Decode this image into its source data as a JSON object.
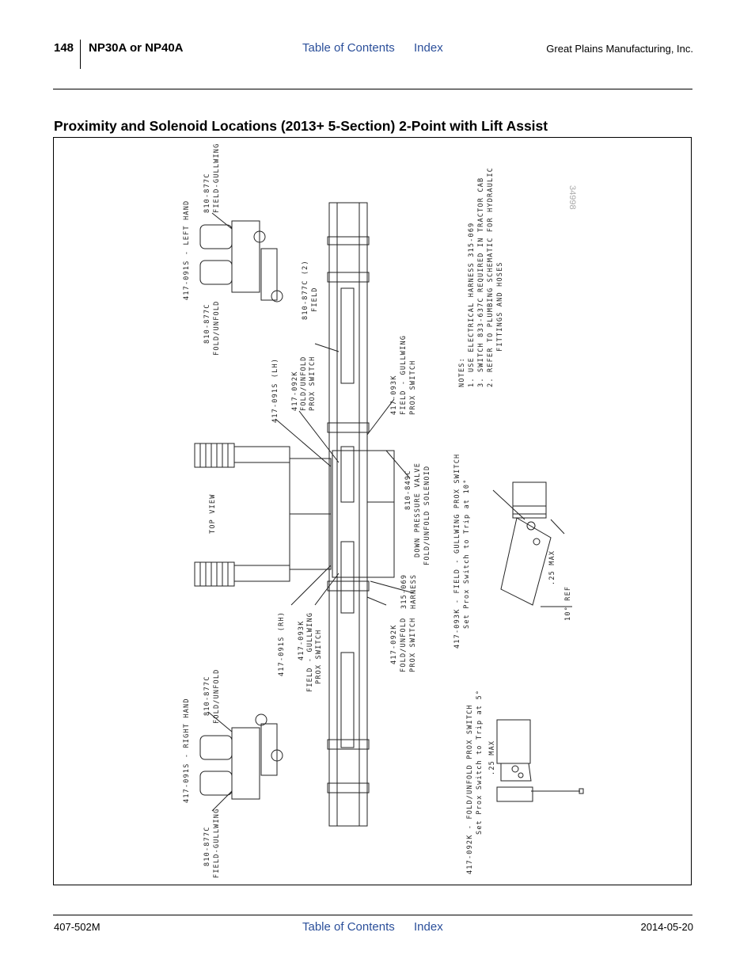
{
  "header": {
    "page_number": "148",
    "model": "NP30A or NP40A",
    "toc_link": "Table of Contents",
    "index_link": "Index",
    "company": "Great Plains Manufacturing, Inc."
  },
  "section_title": "Proximity and Solenoid Locations (2013+ 5-Section) 2-Point with Lift Assist",
  "drawing": {
    "drawing_number": "34998",
    "labels": {
      "lh_solenoid_block": "417-091S - LEFT HAND",
      "lh_field_gullwing": "810-877C",
      "lh_field_gullwing_desc": "FIELD-GULLWING",
      "lh_fold_unfold": "810-877C",
      "lh_fold_unfold_desc": "FOLD/UNFOLD",
      "field_2": "810-877C (2)",
      "field_2_desc": "FIELD",
      "prox_lh": "417-091S (LH)",
      "fold_prox_lh": "417-092K",
      "fold_prox_lh_desc1": "FOLD/UNFOLD",
      "fold_prox_lh_desc2": "PROX SWITCH",
      "gull_prox_top": "417-093K",
      "gull_prox_top_desc1": "FIELD - GULLWING",
      "gull_prox_top_desc2": "PROX SWITCH",
      "top_view": "TOP VIEW",
      "down_pressure": "810-849C",
      "down_pressure_desc1": "DOWN PRESSURE VALVE",
      "down_pressure_desc2": "FOLD/UNFOLD SOLENOID",
      "harness": "315-069",
      "harness_desc": "HARNESS",
      "prox_rh": "417-091S (RH)",
      "gull_prox_rh": "417-093K",
      "gull_prox_rh_desc1": "FIELD - GULLWING",
      "gull_prox_rh_desc2": "PROX SWITCH",
      "fold_prox_rh": "417-092K",
      "fold_prox_rh_desc1": "FOLD/UNFOLD",
      "fold_prox_rh_desc2": "PROX SWITCH",
      "rh_fold_unfold": "810-877C",
      "rh_fold_unfold_desc": "FOLD/UNFOLD",
      "rh_solenoid_block": "417-091S - RIGHT HAND",
      "rh_field_gullwing": "810-877C",
      "rh_field_gullwing_desc": "FIELD-GULLWING",
      "detail_gull_1": "417-093K - FIELD - GULLWING PROX SWITCH",
      "detail_gull_2": "Set Prox Switch to Trip at 10°",
      "detail_gull_max": ".25 MAX",
      "detail_gull_ref": "10° REF",
      "detail_fold_1": "417-092K - FOLD/UNFOLD PROX SWITCH",
      "detail_fold_2": "Set Prox Switch to Trip at 5°",
      "detail_fold_max": ".25 MAX",
      "notes_title": "NOTES:",
      "note_1": "1. USE ELECTRICAL HARNESS 315-069",
      "note_2": "2. REFER TO PLUMBING SCHEMATIC FOR HYDRAULIC",
      "note_2b": "FITTINGS AND HOSES",
      "note_3": "3. SWITCH 833-637C REQUIRED IN TRACTOR CAB"
    }
  },
  "footer": {
    "doc_number": "407-502M",
    "toc_link": "Table of Contents",
    "index_link": "Index",
    "date": "2014-05-20"
  }
}
